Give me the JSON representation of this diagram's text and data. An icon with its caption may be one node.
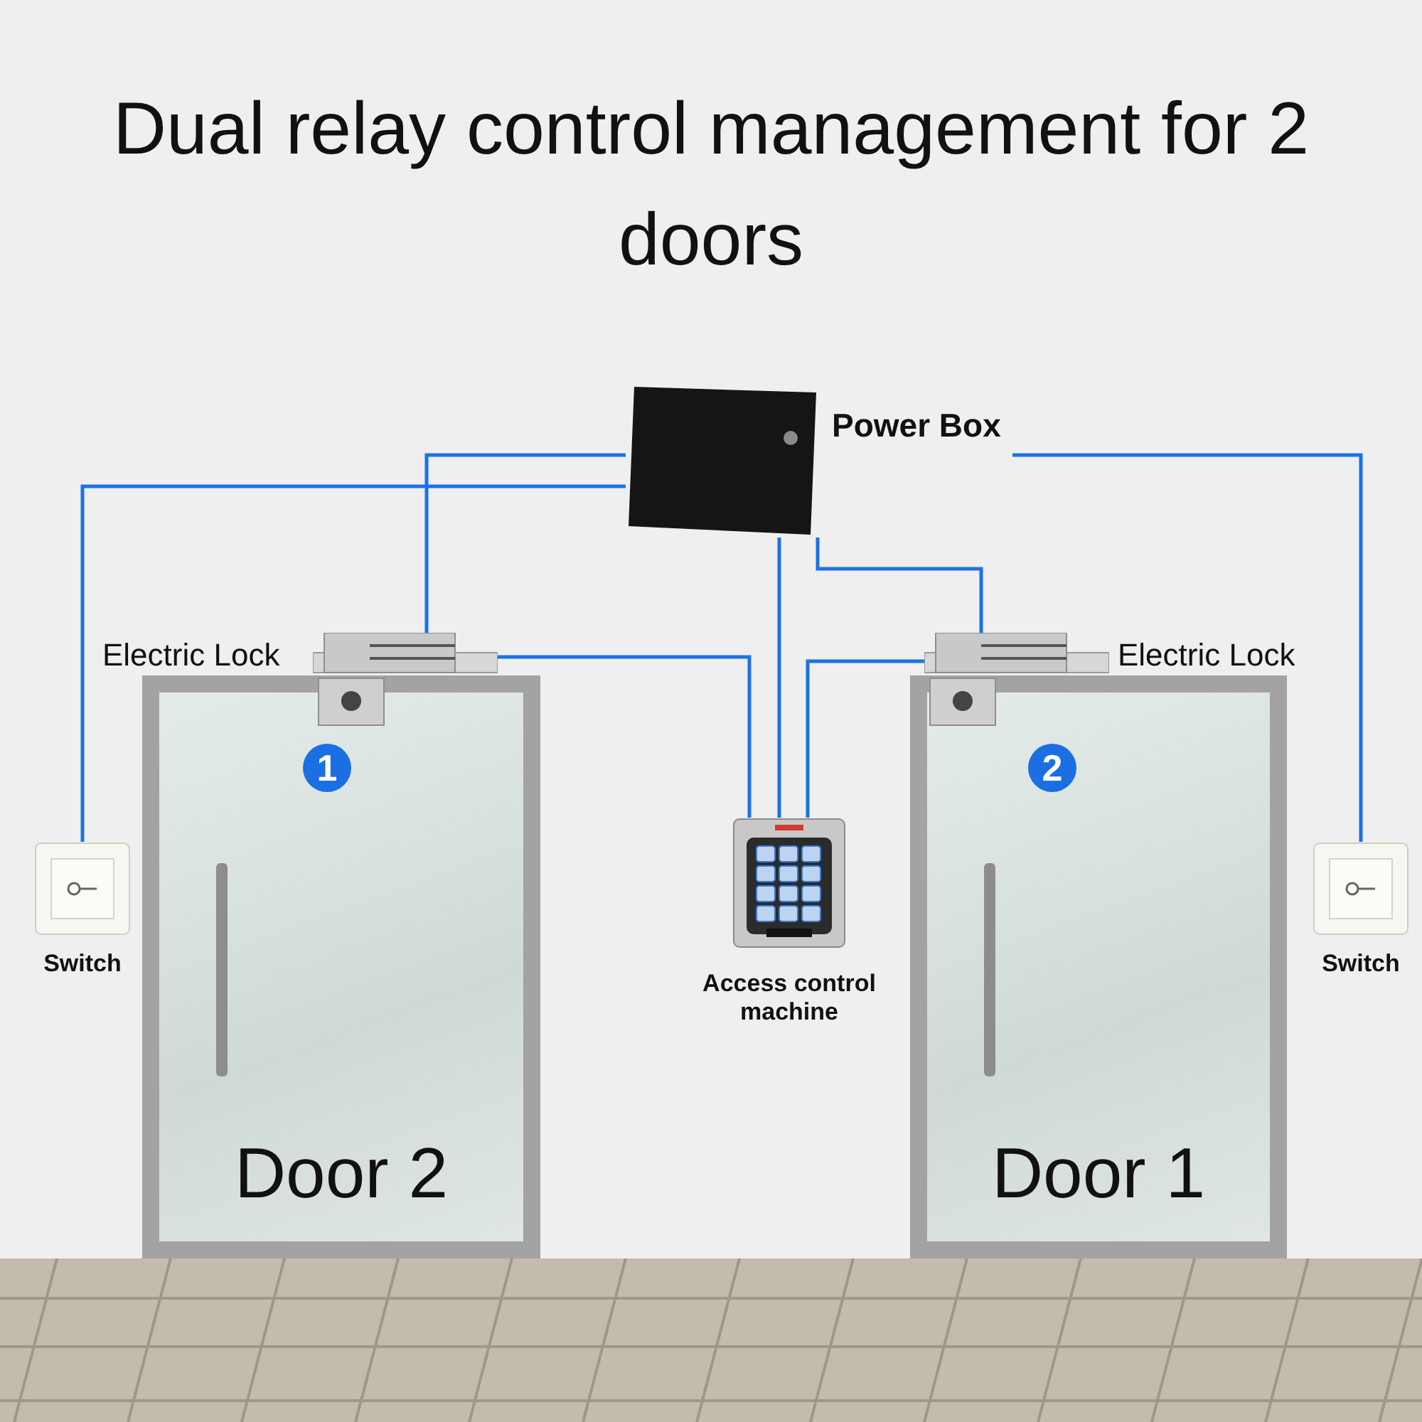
{
  "diagram": {
    "title": "Dual relay control management for 2 doors",
    "nodes": [
      {
        "text": [
          "Power Box"
        ]
      },
      {
        "text": [
          "Electric Lock"
        ]
      },
      {
        "text": [
          "Electric Lock"
        ]
      },
      {
        "text": [
          "Switch"
        ]
      },
      {
        "text": [
          "Access control machine"
        ]
      },
      {
        "text": [
          "Switch"
        ]
      },
      {
        "text": [
          "Door 2"
        ]
      },
      {
        "text": [
          "Door 1"
        ]
      }
    ],
    "edges": [
      {
        "from": 0,
        "to": 3,
        "arrow": "none"
      },
      {
        "from": 0,
        "to": 1,
        "arrow": "none"
      },
      {
        "from": 0,
        "to": 5,
        "arrow": "none"
      },
      {
        "from": 0,
        "to": 2,
        "arrow": "none"
      },
      {
        "from": 0,
        "to": 4,
        "arrow": "none"
      },
      {
        "from": 1,
        "to": 4,
        "arrow": "none"
      },
      {
        "from": 2,
        "to": 4,
        "arrow": "none"
      }
    ],
    "labels": [
      "1",
      "2"
    ]
  }
}
